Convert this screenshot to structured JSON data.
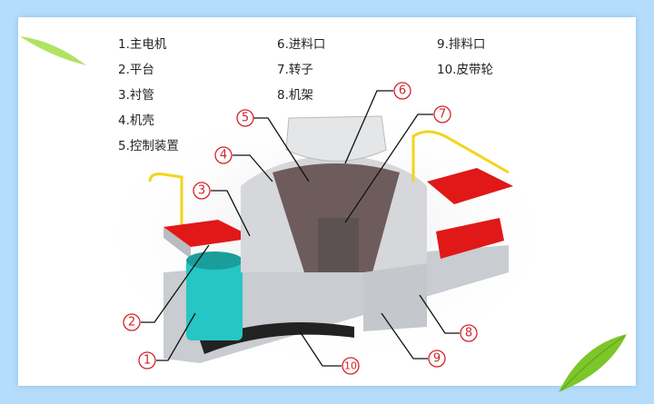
{
  "legend": {
    "col1": [
      "1.主电机",
      "2.平台",
      "3.衬管",
      "4.机壳",
      "5.控制装置"
    ],
    "col2": [
      "6.进料口",
      "7.转子",
      "8.机架"
    ],
    "col3": [
      "9.排料口",
      "10.皮带轮"
    ]
  },
  "callouts": [
    "1",
    "2",
    "3",
    "4",
    "5",
    "6",
    "7",
    "8",
    "9",
    "10"
  ],
  "colors": {
    "frame": "#b5dcfa",
    "callout": "#d3232a",
    "platform": "#e01818",
    "railing": "#f2d51a",
    "motor": "#25c6c4",
    "body": "#d5d7da",
    "leaf": "#8fd631"
  }
}
